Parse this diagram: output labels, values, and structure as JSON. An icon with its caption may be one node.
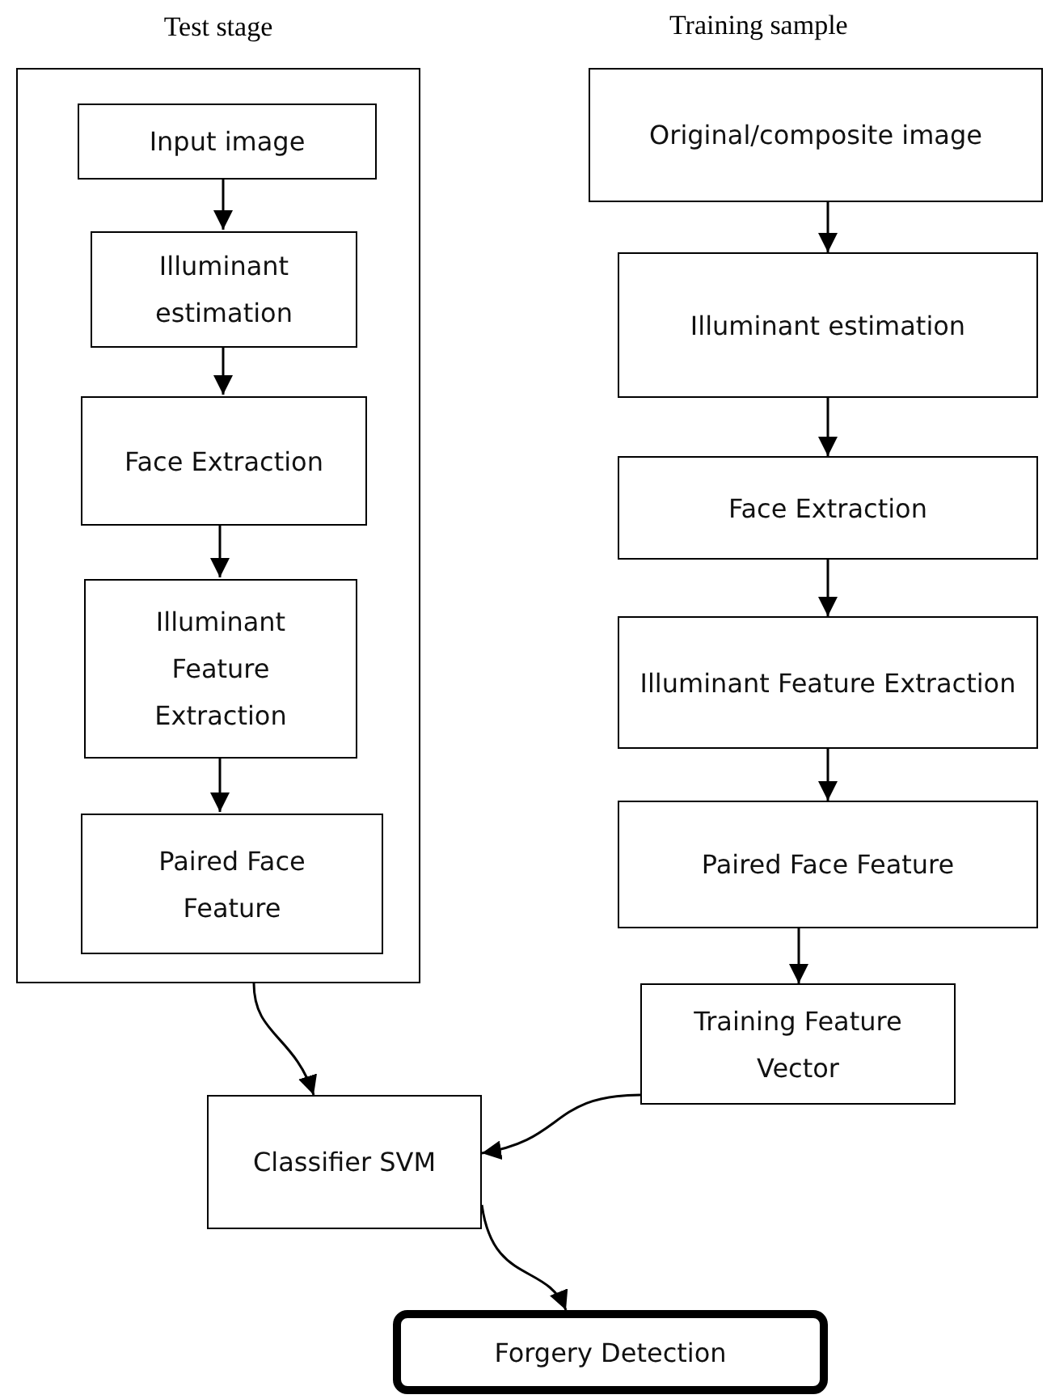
{
  "diagram": {
    "nodes": [
      {
        "text": [
          "Test stage"
        ]
      },
      {
        "text": [
          "Input image"
        ],
        "in": 0
      },
      {
        "text": [
          "Illuminant estimation"
        ],
        "in": 0
      },
      {
        "text": [
          "Face Extraction"
        ],
        "in": 0
      },
      {
        "text": [
          "Illuminant Feature Extraction"
        ],
        "in": 0
      },
      {
        "text": [
          "Paired Face Feature"
        ],
        "in": 0
      },
      {
        "text": [
          "Original/composite image"
        ]
      },
      {
        "text": [
          "Illuminant estimation"
        ]
      },
      {
        "text": [
          "Face Extraction"
        ]
      },
      {
        "text": [
          "Illuminant Feature Extraction"
        ]
      },
      {
        "text": [
          "Paired Face Feature"
        ]
      },
      {
        "text": [
          "Training Feature Vector"
        ]
      },
      {
        "text": [
          "Classifier SVM"
        ]
      },
      {
        "text": [
          "Forgery Detection"
        ]
      }
    ],
    "edges": [
      {
        "from": 1,
        "to": 2,
        "arrow": "to"
      },
      {
        "from": 2,
        "to": 3,
        "arrow": "to"
      },
      {
        "from": 3,
        "to": 4,
        "arrow": "to"
      },
      {
        "from": 4,
        "to": 5,
        "arrow": "to"
      },
      {
        "from": 6,
        "to": 7,
        "arrow": "to"
      },
      {
        "from": 7,
        "to": 8,
        "arrow": "to"
      },
      {
        "from": 8,
        "to": 9,
        "arrow": "to"
      },
      {
        "from": 9,
        "to": 10,
        "arrow": "to"
      },
      {
        "from": 10,
        "to": 11,
        "arrow": "to"
      },
      {
        "from": 0,
        "to": 12,
        "arrow": "to"
      },
      {
        "from": 11,
        "to": 12,
        "arrow": "to"
      },
      {
        "from": 12,
        "to": 13,
        "arrow": "to"
      }
    ],
    "labels": [
      "Training sample"
    ]
  }
}
